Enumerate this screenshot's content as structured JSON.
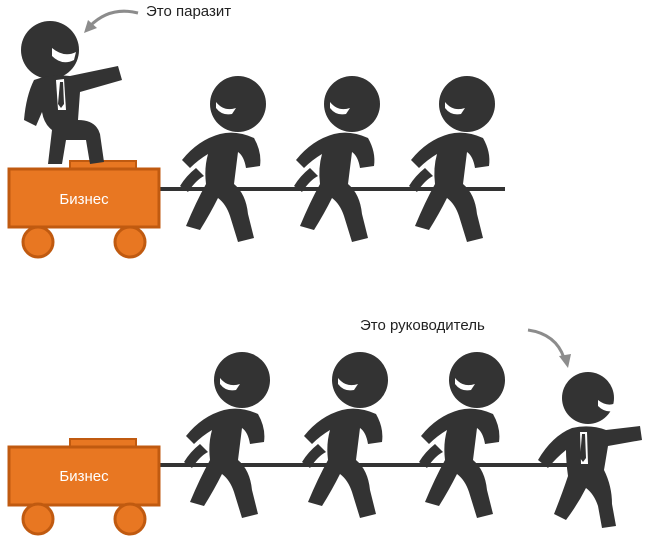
{
  "top_scene": {
    "annotation": "Это паразит",
    "cart_label": "Бизнес"
  },
  "bottom_scene": {
    "annotation": "Это руководитель",
    "cart_label": "Бизнес"
  },
  "colors": {
    "figure": "#333333",
    "cart_fill": "#e87722",
    "cart_stroke": "#c05a10",
    "rope": "#333333",
    "arrow": "#8c8c8c"
  }
}
